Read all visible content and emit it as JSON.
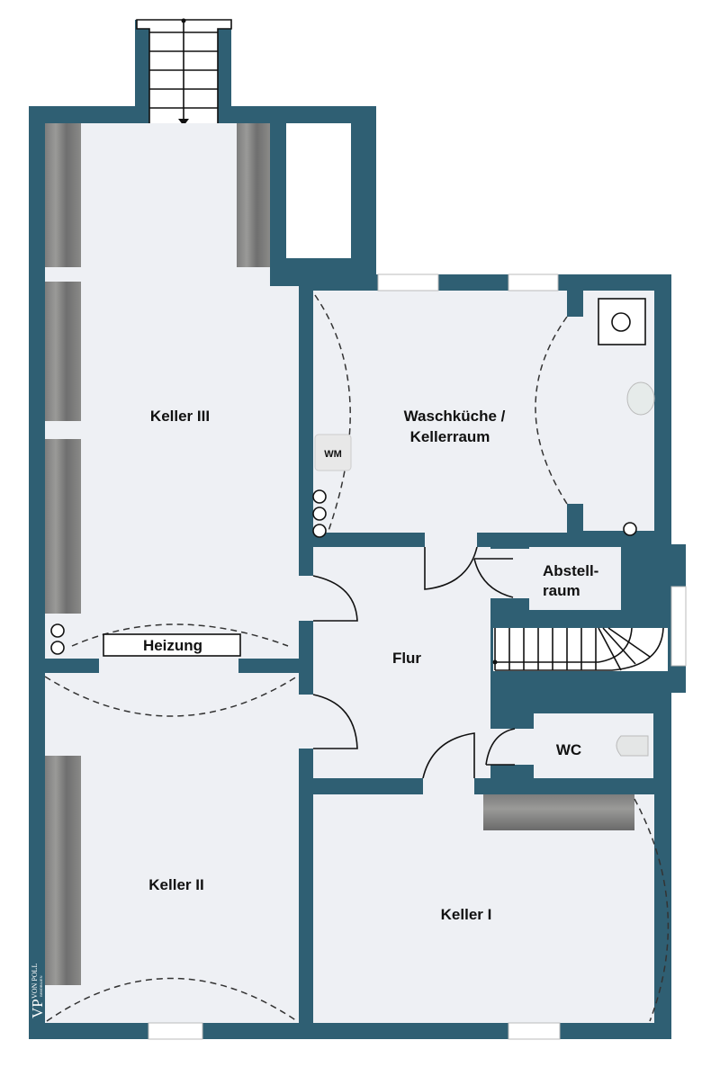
{
  "title": "Kellergeschoss Grundriss",
  "colors": {
    "wall": "#2f5f73",
    "floor": "#eef0f4"
  },
  "rooms": {
    "keller3": "Keller III",
    "waschkueche_line1": "Waschküche /",
    "waschkueche_line2": "Kellerraum",
    "abstell_line1": "Abstell-",
    "abstell_line2": "raum",
    "heizung": "Heizung",
    "flur": "Flur",
    "wc": "WC",
    "keller2": "Keller II",
    "keller1": "Keller I"
  },
  "fixtures": {
    "washing_machine": "WM"
  },
  "logo": {
    "mark": "VP",
    "name": "VON POLL",
    "sub": "IMMOBILIEN"
  }
}
